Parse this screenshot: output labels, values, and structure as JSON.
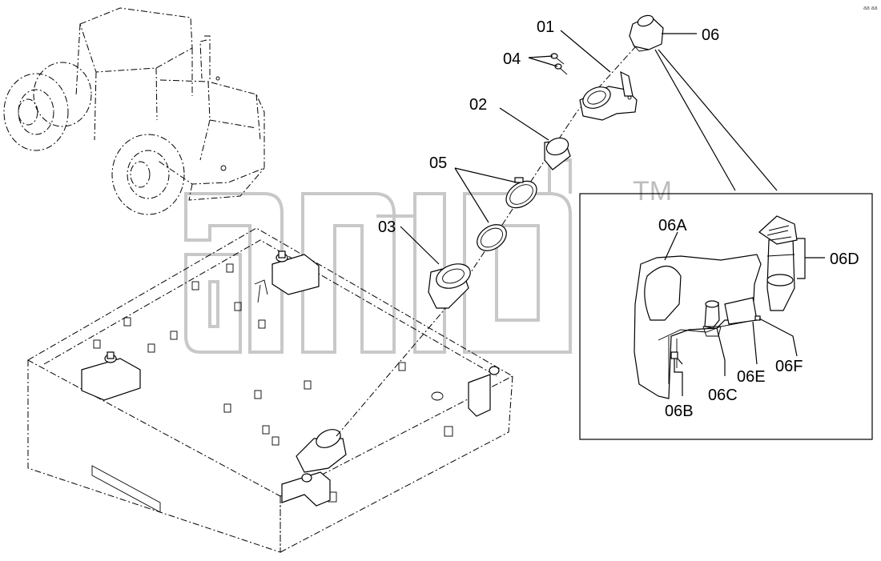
{
  "diagram": {
    "callouts": {
      "p01": "01",
      "p02": "02",
      "p03": "03",
      "p04": "04",
      "p05": "05",
      "p06": "06"
    },
    "detail_callouts": {
      "a": "06A",
      "b": "06B",
      "c": "06C",
      "d": "06D",
      "e": "06E",
      "f": "06F"
    },
    "watermark": {
      "text": "aπd",
      "trademark": "TM"
    },
    "corner_note": "aa aa"
  }
}
